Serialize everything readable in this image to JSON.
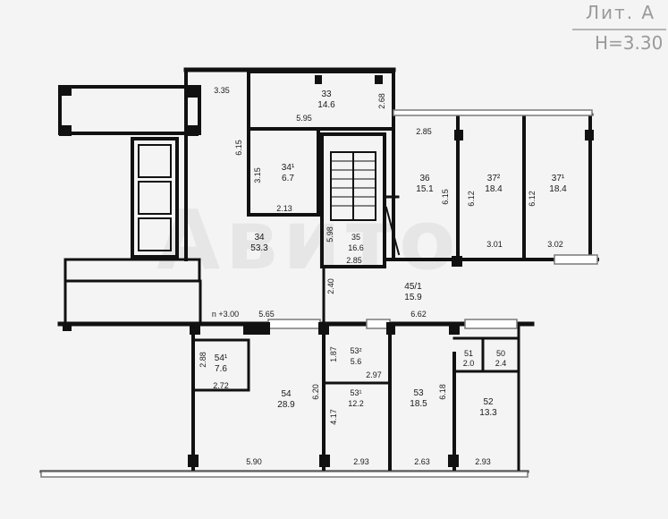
{
  "header": {
    "lit": "Лит. А",
    "height": "Н=3.30"
  },
  "watermark": "Авито",
  "colors": {
    "wall": "#111111",
    "window": "#7a7a7a",
    "text": "#1a1a1a"
  },
  "rooms": {
    "r33": {
      "num": "33",
      "area": "14.6"
    },
    "r34_1": {
      "num": "34¹",
      "area": "6.7"
    },
    "r34": {
      "num": "34",
      "area": "53.3"
    },
    "r35": {
      "num": "35",
      "area": "16.6"
    },
    "r36": {
      "num": "36",
      "area": "15.1"
    },
    "r37_2": {
      "num": "37²",
      "area": "18.4"
    },
    "r37_1": {
      "num": "37¹",
      "area": "18.4"
    },
    "r45": {
      "num": "45/1",
      "area": "15.9"
    },
    "r54_1": {
      "num": "54¹",
      "area": "7.6"
    },
    "r54": {
      "num": "54",
      "area": "28.9"
    },
    "r53_2": {
      "num": "53²",
      "area": "5.6"
    },
    "r53_1": {
      "num": "53¹",
      "area": "12.2"
    },
    "r53": {
      "num": "53",
      "area": "18.5"
    },
    "r51": {
      "num": "51",
      "area": "2.0"
    },
    "r50": {
      "num": "50",
      "area": "2.4"
    },
    "r52": {
      "num": "52",
      "area": "13.3"
    }
  },
  "dims": {
    "d335": "3.35",
    "d595": "5.95",
    "d268": "2.68",
    "d615a": "6.15",
    "d315": "3.15",
    "d213": "2.13",
    "d285a": "2.85",
    "d615b": "6.15",
    "d612a": "6.12",
    "d612b": "6.12",
    "d598": "5.98",
    "d285b": "2.85",
    "d301": "3.01",
    "d302": "3.02",
    "d240": "2.40",
    "d300": "n +3.00",
    "d565": "5.65",
    "d662": "6.62",
    "d288": "2.88",
    "d272": "2.72",
    "d187": "1.87",
    "d297": "2.97",
    "d620": "6.20",
    "d417": "4.17",
    "d618": "6.18",
    "d590": "5.90",
    "d293a": "2.93",
    "d263": "2.63",
    "d293b": "2.93"
  }
}
